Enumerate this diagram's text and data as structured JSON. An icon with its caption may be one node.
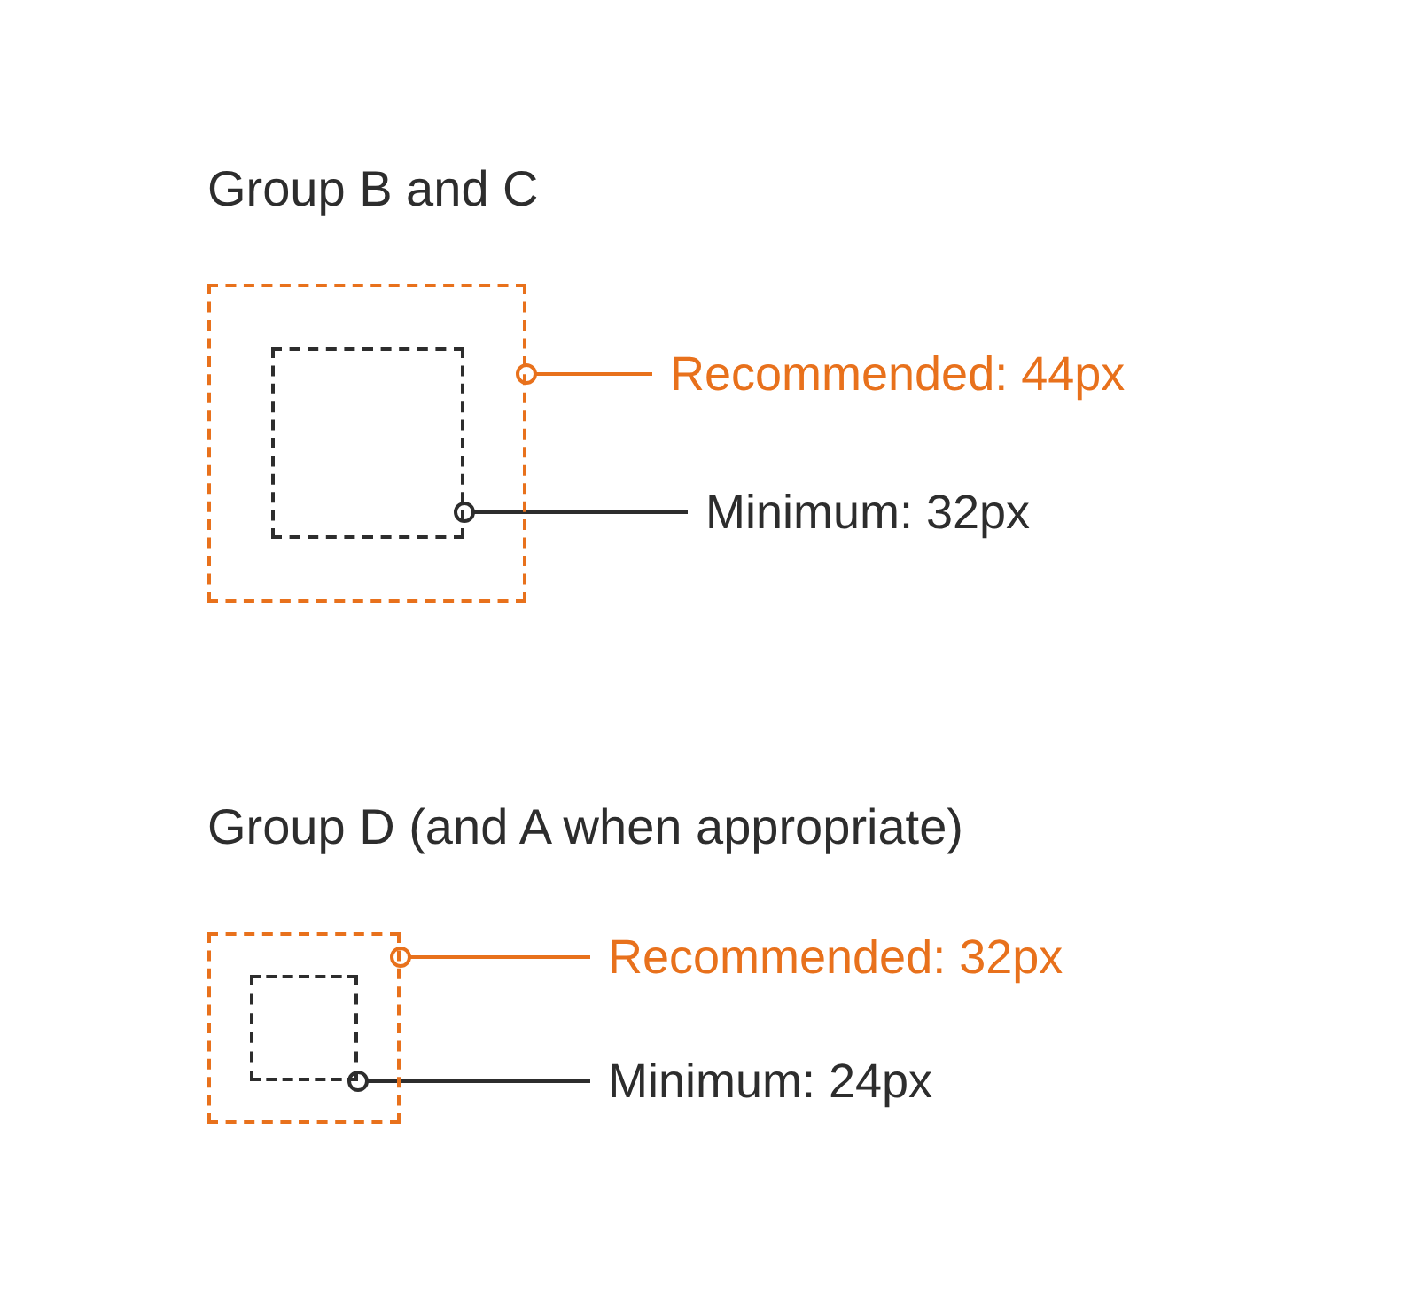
{
  "diagram": {
    "nodes": [
      {
        "text": [],
        "shape": "box"
      },
      {
        "text": [],
        "shape": "box",
        "in": 0
      },
      {
        "text": [
          "Recommended: 44px"
        ]
      },
      {
        "text": [
          "Minimum: 32px"
        ]
      },
      {
        "text": [],
        "shape": "box"
      },
      {
        "text": [],
        "shape": "box",
        "in": 4
      },
      {
        "text": [
          "Recommended: 32px"
        ]
      },
      {
        "text": [
          "Minimum: 24px"
        ]
      }
    ],
    "edges": [
      {
        "from": 2,
        "to": 0,
        "arrow": "other",
        "color": "#e8711c"
      },
      {
        "from": 3,
        "to": 1,
        "arrow": "other",
        "color": "#2d2d2d"
      },
      {
        "from": 6,
        "to": 4,
        "arrow": "other",
        "color": "#e8711c"
      },
      {
        "from": 7,
        "to": 5,
        "arrow": "other",
        "color": "#2d2d2d"
      }
    ],
    "labels": [
      "Group B and C",
      "Group D (and A when appropriate)"
    ]
  }
}
